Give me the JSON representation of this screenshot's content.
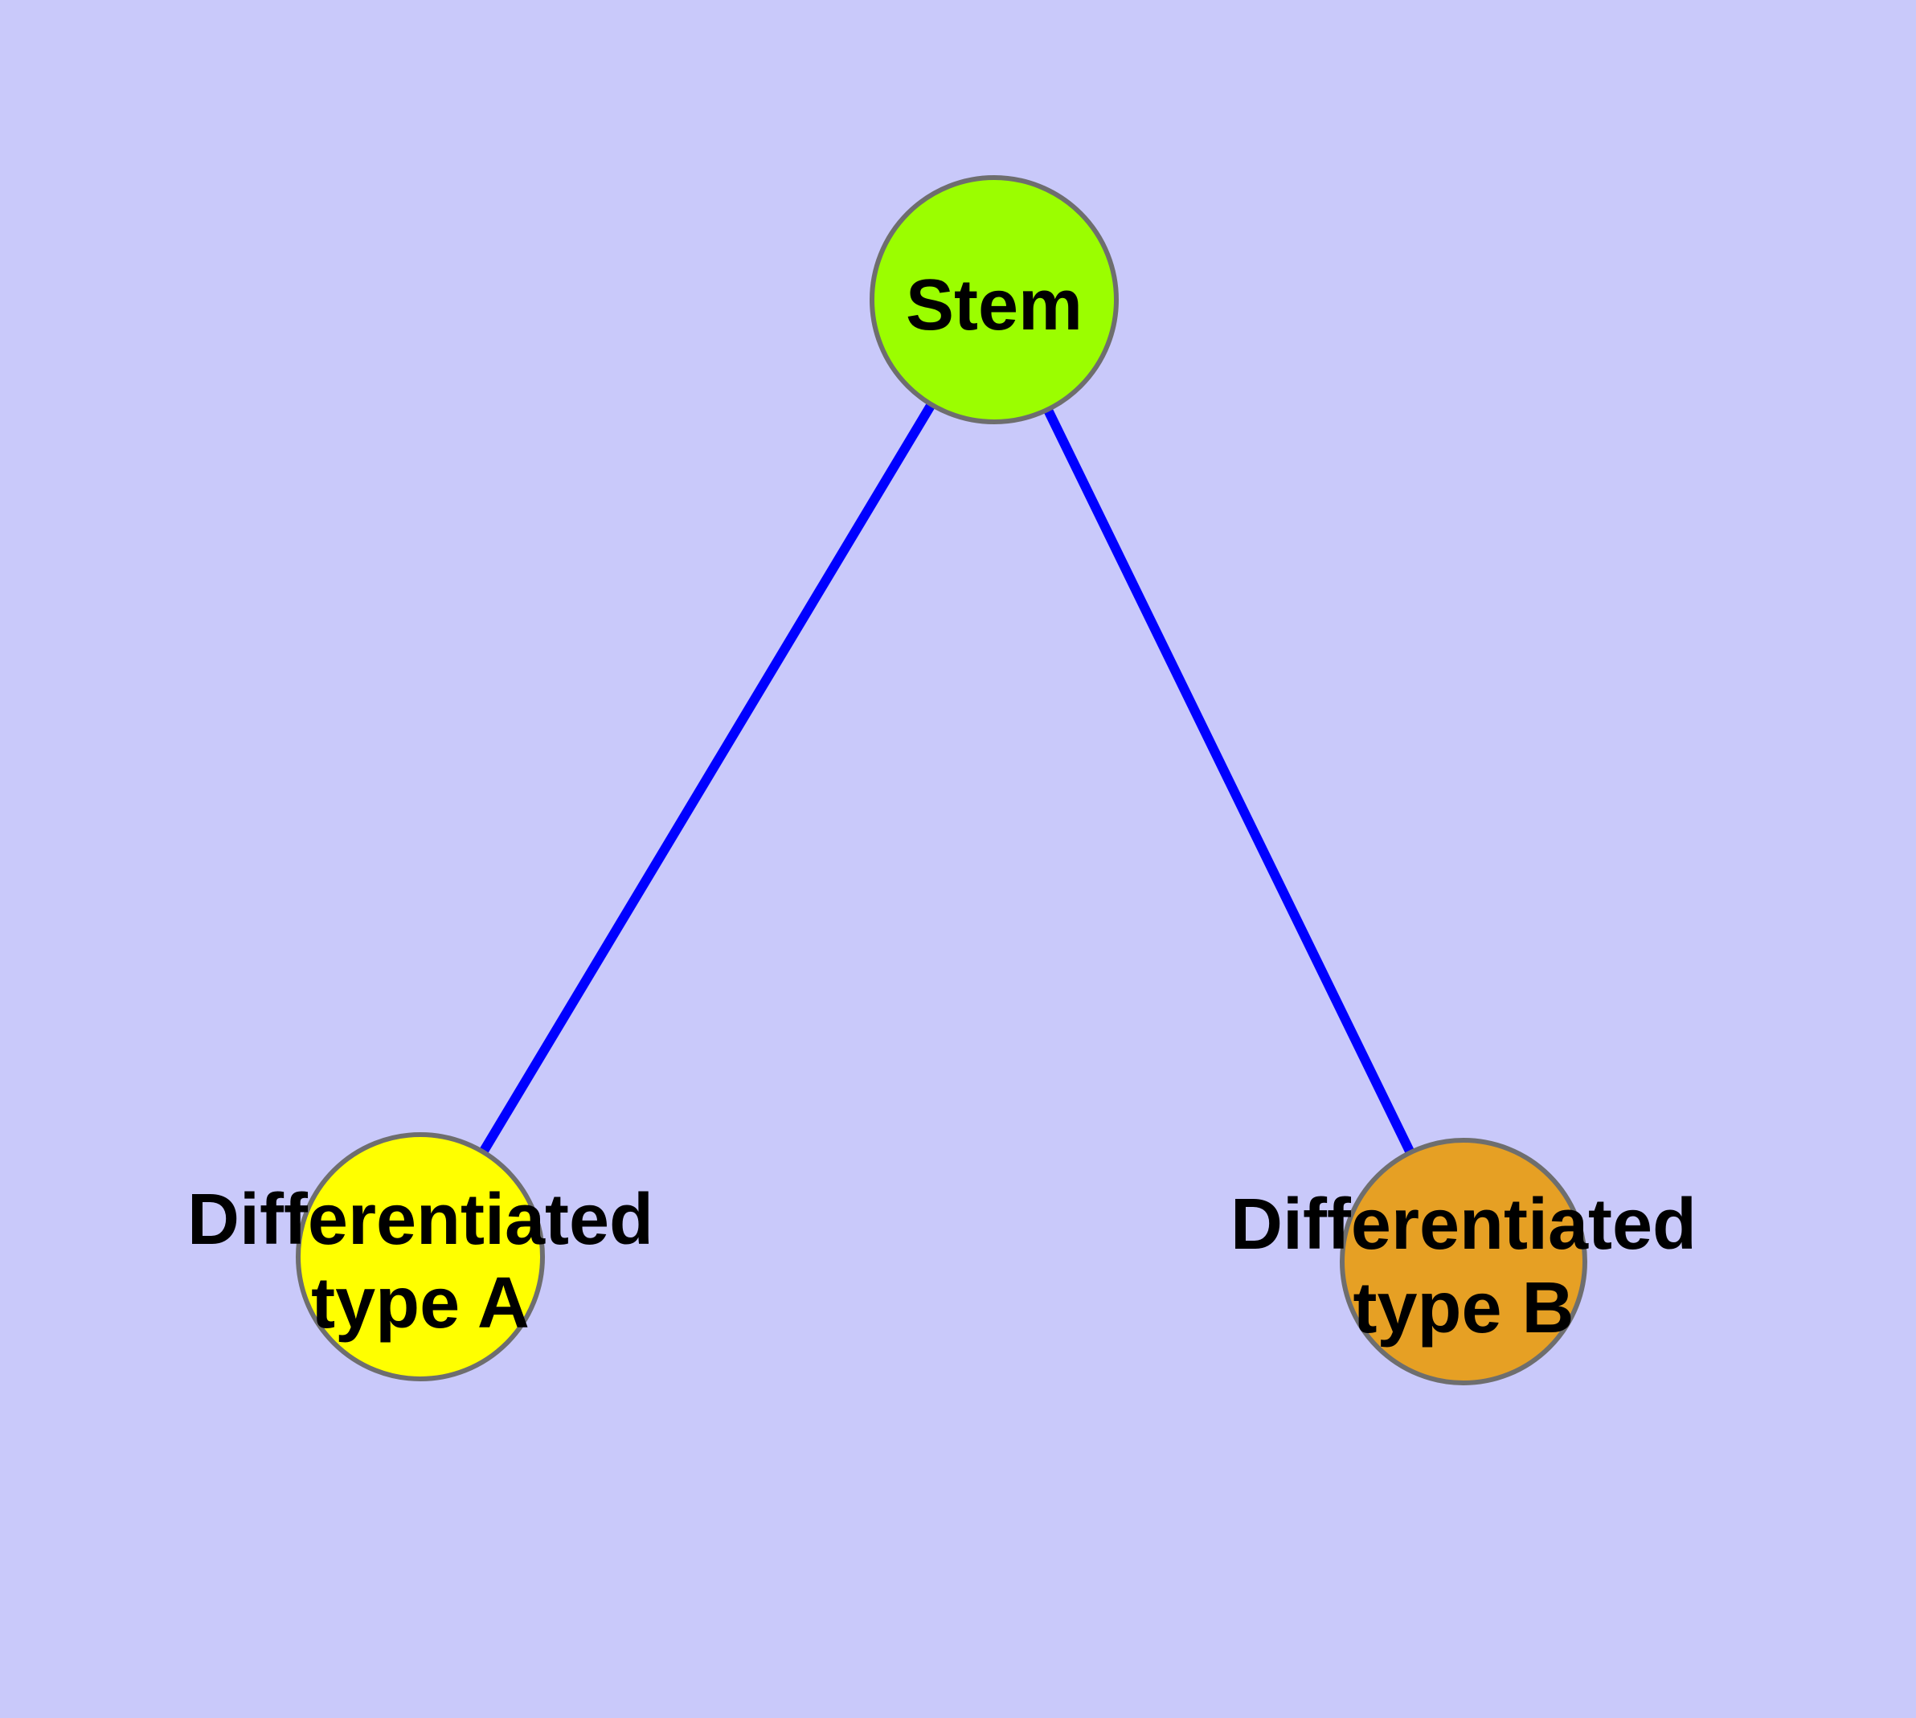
{
  "figure": {
    "background_color": "#C9C9FA",
    "description": "Stem cell differentiation graph diagram"
  },
  "graph": {
    "edge_color": "#0000FF",
    "node_border_color": "#6E6E6E",
    "label_color": "#000000",
    "nodes": [
      {
        "id": "stem",
        "label": "Stem",
        "label_lines": [
          "Stem"
        ],
        "fill": "#9BFE00"
      },
      {
        "id": "differentiated-type-a",
        "label": "Differentiated type A",
        "label_lines": [
          "Differentiated",
          "type A"
        ],
        "fill": "#FFFF00"
      },
      {
        "id": "differentiated-type-b",
        "label": "Differentiated type B",
        "label_lines": [
          "Differentiated",
          "type B"
        ],
        "fill": "#E6A024"
      }
    ],
    "edges": [
      {
        "from": "Stem",
        "to": "Differentiated type A"
      },
      {
        "from": "Stem",
        "to": "Differentiated type B"
      }
    ]
  }
}
